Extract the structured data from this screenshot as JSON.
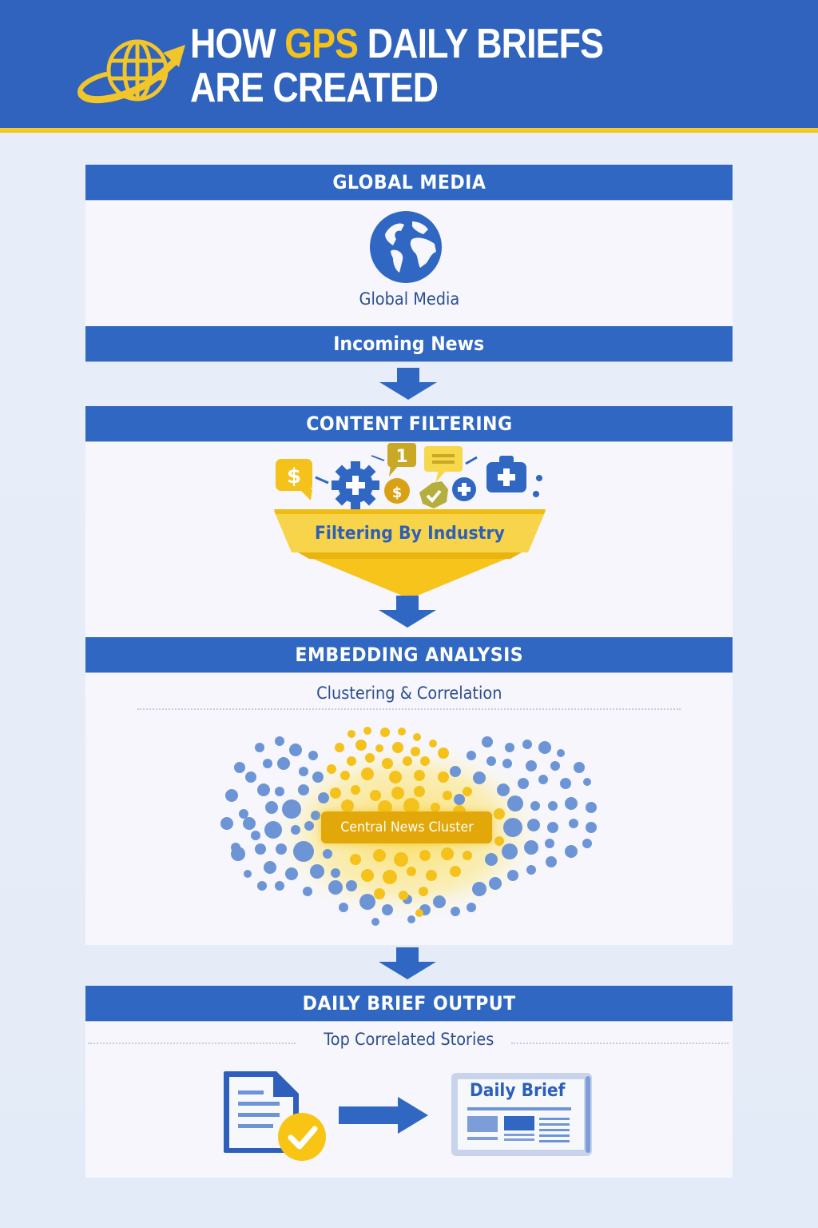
{
  "header": {
    "title_prefix": "HOW ",
    "title_accent": "GPS",
    "title_line1_rest": " DAILY BRIEFS",
    "title_line2": "ARE CREATED",
    "logo_icon": "globe-orbit-arrow-icon",
    "colors": {
      "background": "#2F63BE",
      "accent": "#F4C21B",
      "stripe": "#F4C81F"
    }
  },
  "steps": [
    {
      "id": "global-media",
      "heading": "GLOBAL MEDIA",
      "icon": "globe-icon",
      "caption": "Global Media",
      "footer_bar": "Incoming News"
    },
    {
      "id": "content-filtering",
      "heading": "CONTENT FILTERING",
      "icons": [
        "dollar-speech-bubble-icon",
        "gear-plus-icon",
        "number-one-speech-bubble-icon",
        "dollar-coin-icon",
        "message-lines-speech-bubble-icon",
        "check-badge-icon",
        "plus-circle-icon",
        "medical-kit-icon"
      ],
      "badge_number": "1",
      "funnel_label": "Filtering By Industry"
    },
    {
      "id": "embedding-analysis",
      "heading": "EMBEDDING ANALYSIS",
      "subheading": "Clustering & Correlation",
      "cluster_label": "Central News Cluster"
    },
    {
      "id": "daily-brief-output",
      "heading": "DAILY BRIEF OUTPUT",
      "subheading": "Top Correlated Stories",
      "input_icon": "document-check-icon",
      "output_icon": "newspaper-icon",
      "output_title": "Daily Brief"
    }
  ],
  "colors": {
    "primary_blue": "#2F67C2",
    "yellow": "#F4C21B",
    "cluster_gold": "#E2A708",
    "page_background": "#E6ECF8",
    "panel_background": "#F6F6FC",
    "caption_text": "#2D4F8F"
  }
}
